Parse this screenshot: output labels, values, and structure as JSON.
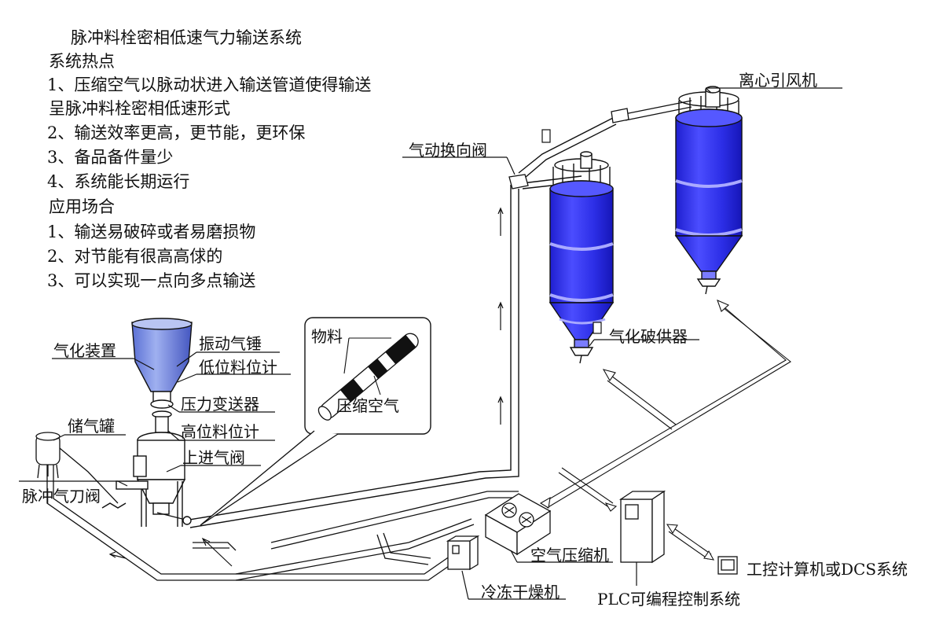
{
  "title": "脉冲料栓密相低速气力输送系统",
  "features": {
    "heading": "系统热点",
    "items": [
      "1、压缩空气以脉动状进入输送管道使得输送",
      "呈脉冲料栓密相低速形式",
      "2、输送效率更高，更节能，更环保",
      "3、备品备件量少",
      "4、系统能长期运行"
    ]
  },
  "applications": {
    "heading": "应用场合",
    "items": [
      "1、输送易破碎或者易磨损物",
      "2、对节能有很高高俅的",
      "3、可以实现一点向多点输送"
    ]
  },
  "labels": {
    "gasifier": "气化装置",
    "vibrator": "振动气锤",
    "low_level": "低位料位计",
    "pressure_tx": "压力变送器",
    "high_level": "高位料位计",
    "inlet_valve": "上进气阀",
    "air_tank": "储气罐",
    "pulse_valve": "脉冲气刀阀",
    "material": "物料",
    "compressed_air": "压缩空气",
    "diverter": "气动换向阀",
    "fan": "离心引风机",
    "silo_gasify": "气化破供器",
    "compressor": "空气压缩机",
    "dryer": "冷冻干燥机",
    "plc": "PLC可编程控制系统",
    "ipc": "工控计算机或DCS系统"
  },
  "colors": {
    "silo_blue": "#3a3cf0",
    "line": "#111111",
    "pipe_fill": "#ffffff"
  }
}
